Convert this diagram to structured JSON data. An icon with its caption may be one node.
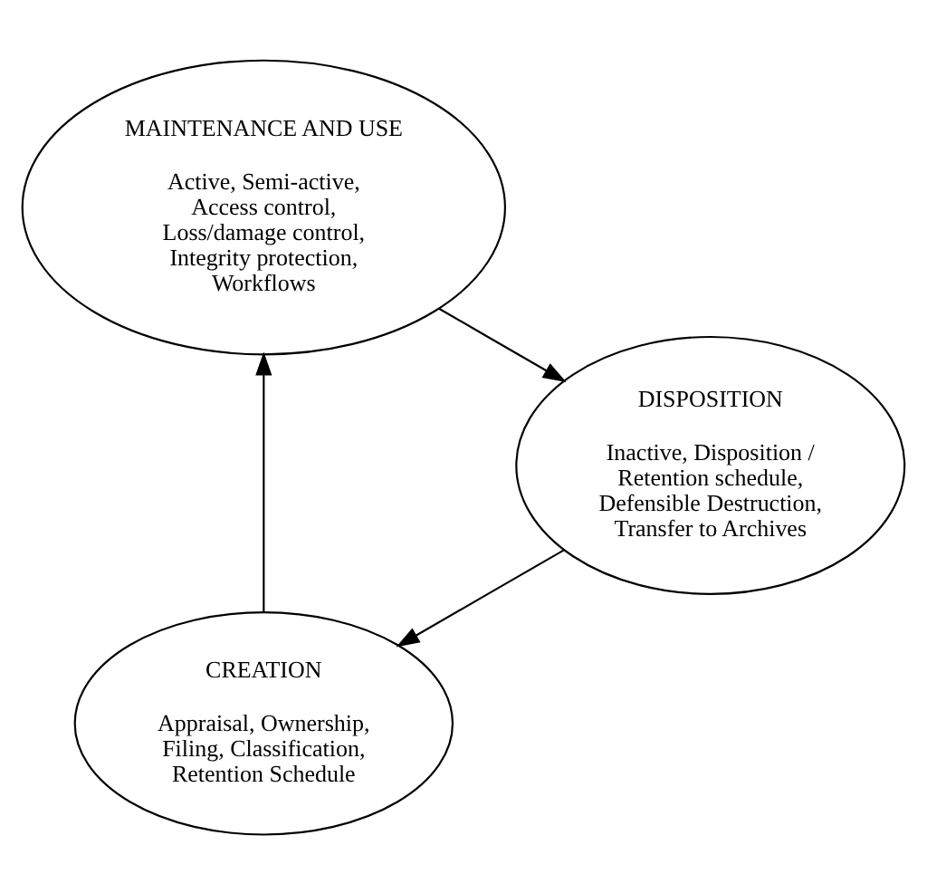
{
  "diagram": {
    "nodes": [
      {
        "text": [
          "CREATION",
          "Appraisal, Ownership, Filing, Classification, Retention Schedule"
        ]
      },
      {
        "text": [
          "MAINTENANCE AND USE",
          "Active, Semi-active, Access control, Loss/damage control, Integrity protection, Workflows"
        ]
      },
      {
        "text": [
          "DISPOSITION",
          "Inactive, Disposition / Retention schedule, Defensible Destruction, Transfer to Archives"
        ]
      }
    ],
    "edges": [
      {
        "from": 0,
        "to": 1,
        "arrow": "to"
      },
      {
        "from": 1,
        "to": 2,
        "arrow": "to"
      },
      {
        "from": 2,
        "to": 0,
        "arrow": "to"
      }
    ]
  }
}
